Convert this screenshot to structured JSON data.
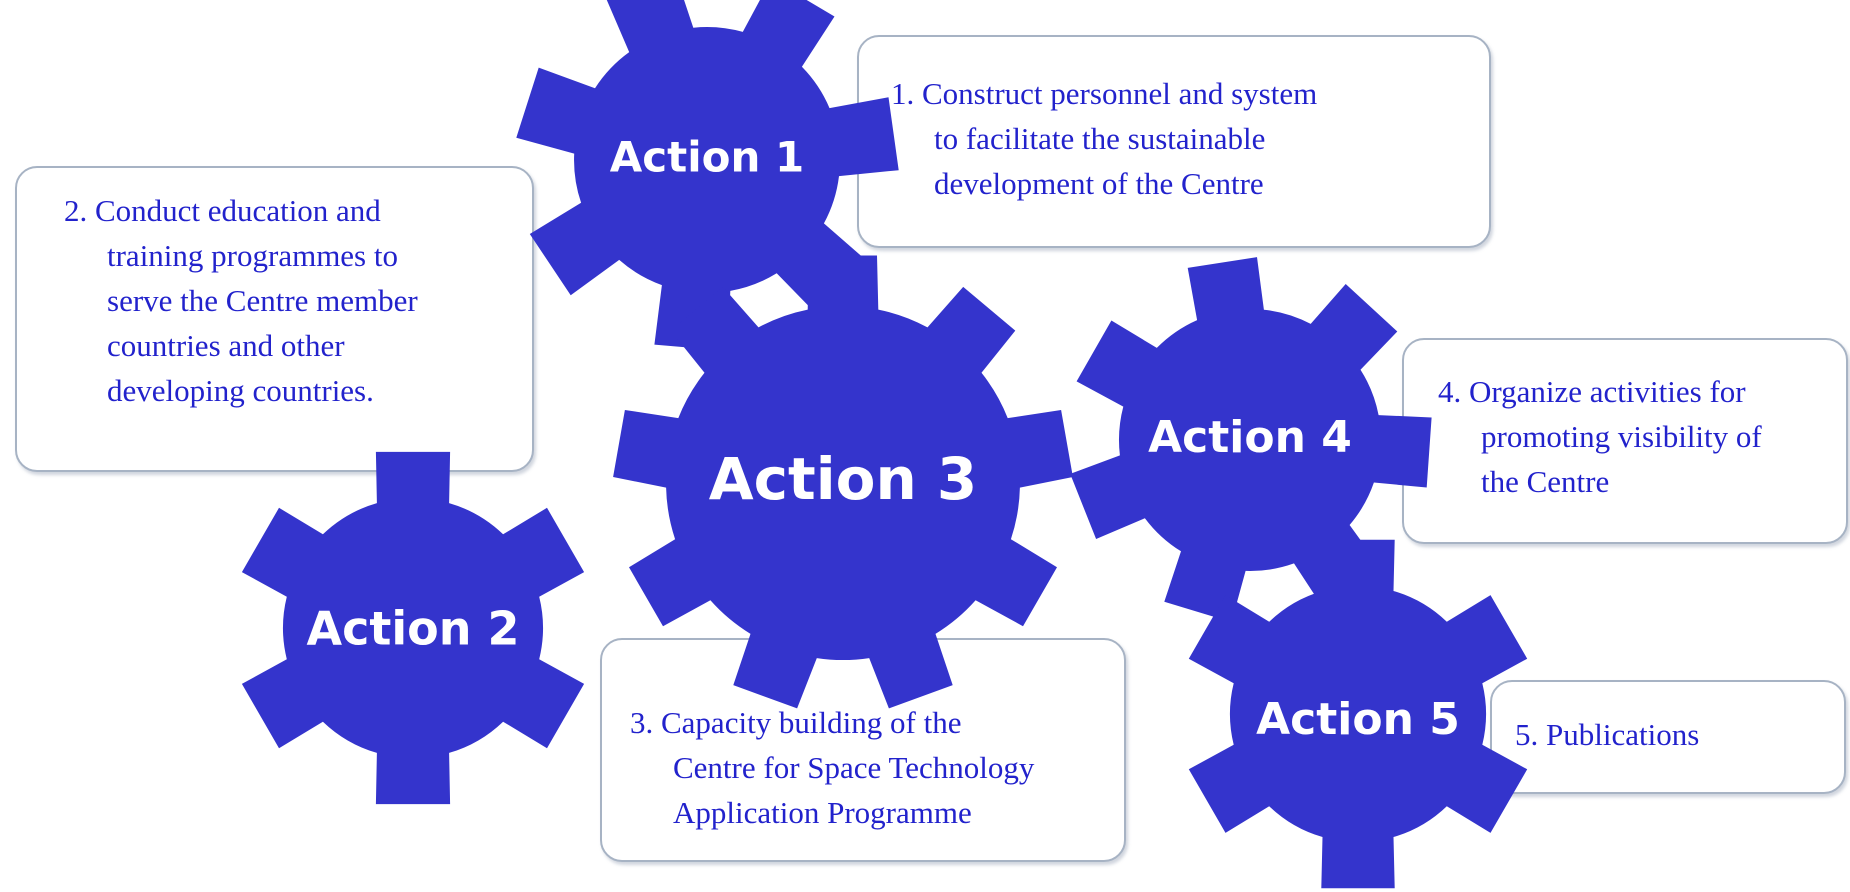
{
  "colors": {
    "gear": "#3434cc",
    "text": "#2222cc",
    "box_border": "#a7b3c4"
  },
  "gears": [
    {
      "id": "action-1",
      "label": "Action 1",
      "icon": "gear-icon"
    },
    {
      "id": "action-2",
      "label": "Action 2",
      "icon": "gear-icon"
    },
    {
      "id": "action-3",
      "label": "Action 3",
      "icon": "gear-icon"
    },
    {
      "id": "action-4",
      "label": "Action 4",
      "icon": "gear-icon"
    },
    {
      "id": "action-5",
      "label": "Action 5",
      "icon": "gear-icon"
    }
  ],
  "boxes": [
    {
      "id": "action-1",
      "lines": [
        "1. Construct personnel and system",
        "to facilitate the sustainable",
        "development of the Centre"
      ]
    },
    {
      "id": "action-2",
      "lines": [
        "2. Conduct education and",
        "training programmes to",
        "serve the Centre member",
        "countries and other",
        "developing countries."
      ]
    },
    {
      "id": "action-3",
      "lines": [
        "3. Capacity building of the",
        "Centre for Space Technology",
        "Application Programme"
      ]
    },
    {
      "id": "action-4",
      "lines": [
        "4. Organize activities for",
        "promoting visibility of",
        "the Centre"
      ]
    },
    {
      "id": "action-5",
      "lines": [
        "5. Publications"
      ]
    }
  ]
}
